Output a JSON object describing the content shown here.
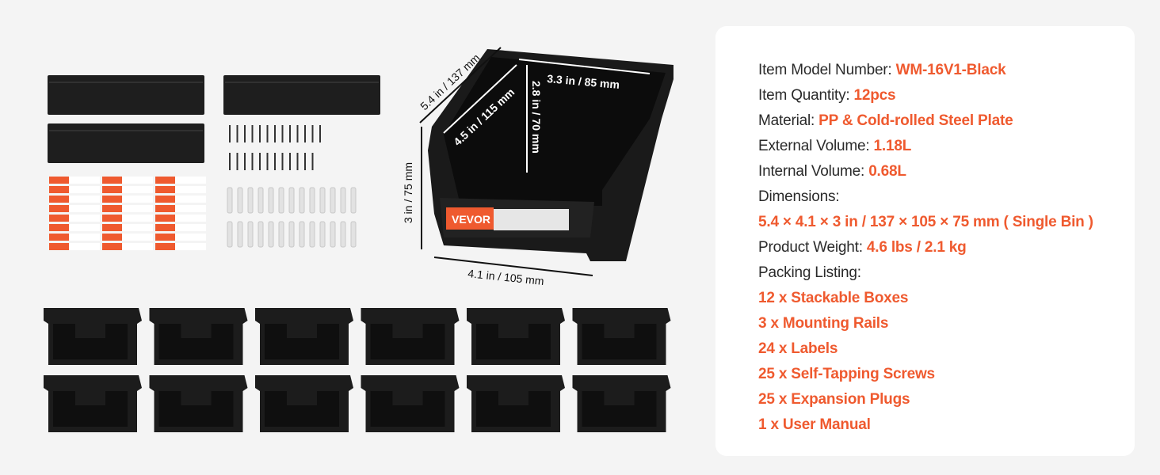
{
  "brand": "VEVOR",
  "colors": {
    "accent": "#ef5a2f",
    "bin": "#1c1c1c",
    "background": "#f4f4f4",
    "panel": "#ffffff"
  },
  "diagram": {
    "depth": "5.4 in / 137 mm",
    "inner_depth": "4.5 in / 115 mm",
    "inner_width": "3.3 in / 85 mm",
    "inner_height": "2.8 in / 70 mm",
    "height": "3 in / 75 mm",
    "width": "4.1 in / 105 mm"
  },
  "specs": {
    "model_label": "Item Model Number: ",
    "model": "WM-16V1-Black",
    "quantity_label": "Item Quantity: ",
    "quantity": "12pcs",
    "material_label": "Material: ",
    "material": "PP & Cold-rolled Steel Plate",
    "ext_volume_label": "External Volume: ",
    "ext_volume": "1.18L",
    "int_volume_label": "Internal Volume: ",
    "int_volume": "0.68L",
    "dimensions_label": "Dimensions:",
    "dimensions": "5.4 × 4.1 × 3 in / 137 × 105 × 75 mm ( Single Bin )",
    "weight_label": "Product Weight: ",
    "weight": "4.6 lbs / 2.1 kg",
    "packing_label": "Packing Listing:",
    "packing": [
      "12 x Stackable Boxes",
      "3 x Mounting Rails",
      "24 x Labels",
      "25 x Self-Tapping Screws",
      "25 x Expansion Plugs",
      "1 x User Manual"
    ]
  }
}
